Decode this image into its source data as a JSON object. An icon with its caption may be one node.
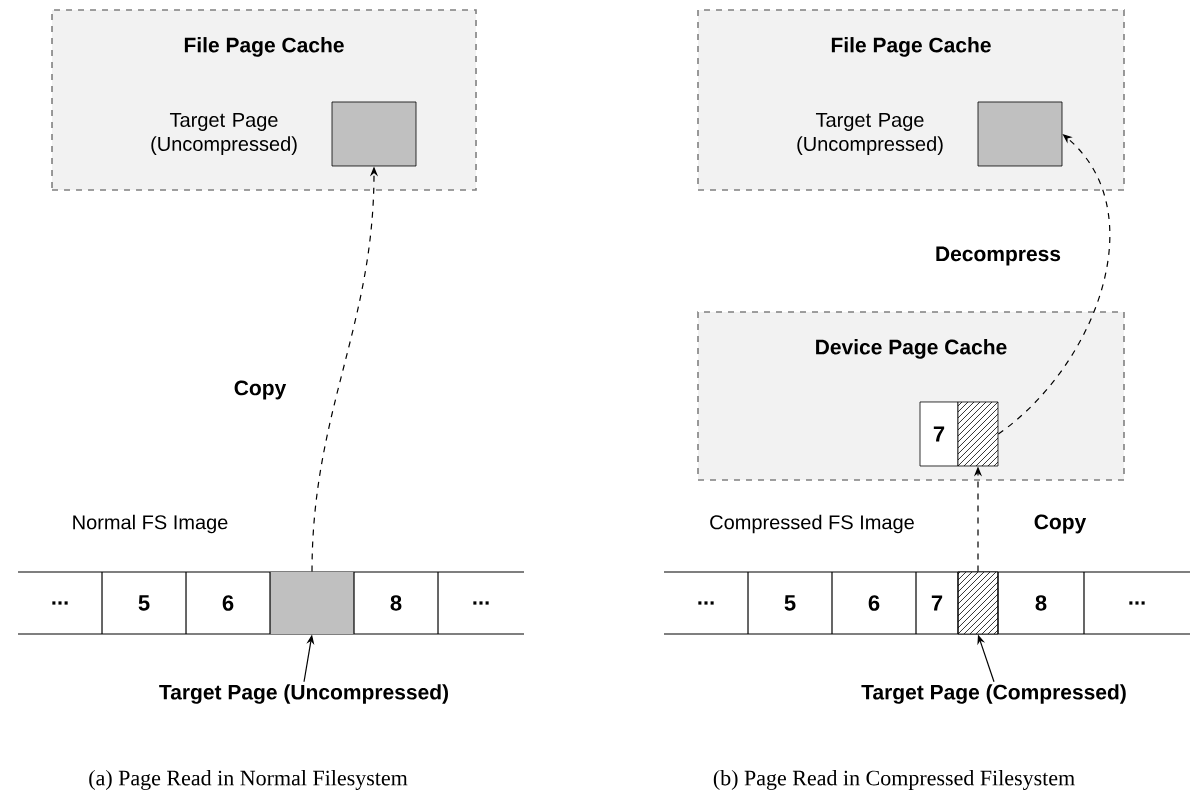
{
  "diagram": {
    "nodes": [
      {
        "text": [
          "File Page Cache"
        ]
      },
      {
        "text": [],
        "shape": "box",
        "in": 0,
        "beside": [
          "Target Page (Uncompressed)"
        ]
      },
      {
        "text": [
          "..."
        ]
      },
      {
        "text": [
          "5"
        ]
      },
      {
        "text": [
          "6"
        ]
      },
      {
        "text": [],
        "shape": "box"
      },
      {
        "text": [
          "8"
        ]
      },
      {
        "text": [
          "..."
        ]
      },
      {
        "text": [
          "Target Page (Uncompressed)"
        ]
      },
      {
        "text": [
          "File Page Cache"
        ]
      },
      {
        "text": [],
        "shape": "box",
        "in": 9,
        "beside": [
          "Target Page (Uncompressed)"
        ]
      },
      {
        "text": [
          "Device Page Cache"
        ]
      },
      {
        "text": [
          "7"
        ],
        "in": 11
      },
      {
        "text": [],
        "shape": "box",
        "in": 11
      },
      {
        "text": [
          "..."
        ]
      },
      {
        "text": [
          "5"
        ]
      },
      {
        "text": [
          "6"
        ]
      },
      {
        "text": [
          "7"
        ]
      },
      {
        "text": [],
        "shape": "box"
      },
      {
        "text": [
          "8"
        ]
      },
      {
        "text": [
          "..."
        ]
      },
      {
        "text": [
          "Target Page (Compressed)"
        ]
      }
    ],
    "edges": [
      {
        "from": 5,
        "to": 1,
        "arrow": "to",
        "style": "dashed",
        "label": "Copy"
      },
      {
        "from": 8,
        "to": 5,
        "arrow": "to"
      },
      {
        "from": 18,
        "to": 13,
        "arrow": "to",
        "style": "dashed",
        "label": "Copy"
      },
      {
        "from": 13,
        "to": 10,
        "arrow": "to",
        "style": "dashed",
        "label": "Decompress"
      },
      {
        "from": 21,
        "to": 18,
        "arrow": "to"
      }
    ],
    "labels": [
      "Normal FS Image",
      "Compressed FS Image",
      "(a) Page Read in Normal Filesystem",
      "(b) Page Read in Compressed Filesystem"
    ]
  }
}
